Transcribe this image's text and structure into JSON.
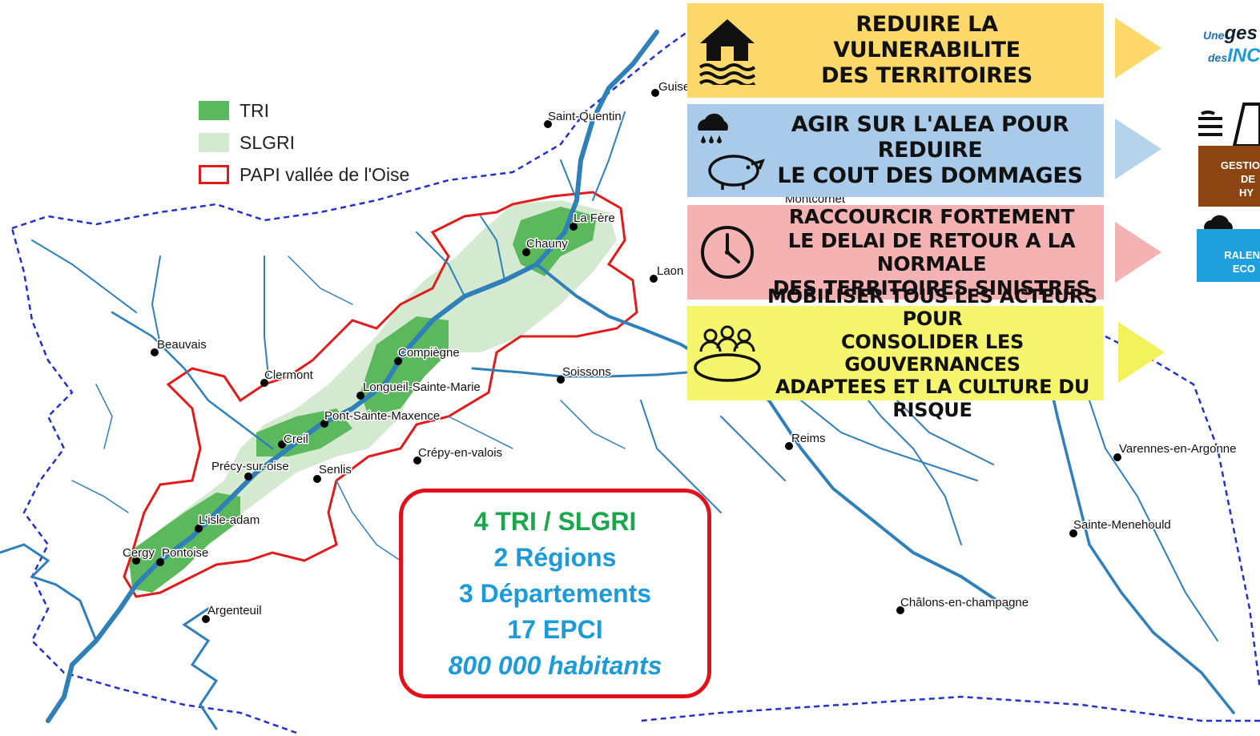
{
  "legend": [
    {
      "label": "TRI",
      "swatch": "#5cb85c"
    },
    {
      "label": "SLGRI",
      "swatch": "#d3ead0"
    },
    {
      "label": "PAPI vallée de l'Oise",
      "swatch": "outline-red"
    }
  ],
  "cities": [
    "Guise",
    "Saint-Quentin",
    "La Fère",
    "Chauny",
    "Laon",
    "Beauvais",
    "Compiègne",
    "Clermont",
    "Soissons",
    "Longueil-Sainte-Marie",
    "Pont-Sainte-Maxence",
    "Creil",
    "Crépy-en-valois",
    "Précy-sur-oise",
    "Senlis",
    "L'isle-adam",
    "Cergy",
    "Pontoise",
    "Argenteuil",
    "Reims",
    "Varennes-en-Argonne",
    "Sainte-Menehould",
    "Châlons-en-champagne",
    "Montcornet"
  ],
  "banners": [
    {
      "lines": [
        "REDUIRE LA VULNERABILITE",
        "DES TERRITOIRES"
      ],
      "icon": "house-flood-icon",
      "color": "#fdd86b",
      "arrow": "#fdd86b"
    },
    {
      "lines": [
        "AGIR SUR L'ALEA POUR REDUIRE",
        "LE COUT DES DOMMAGES"
      ],
      "icon": "rain-piggybank-icon",
      "color": "#a9cbe9",
      "arrow": "#b6d3ec"
    },
    {
      "lines": [
        "RACCOURCIR FORTEMENT",
        "LE DELAI DE RETOUR A LA NORMALE",
        "DES TERRITOIRES SINISTRES"
      ],
      "icon": "clock-icon",
      "color": "#f4b2b3",
      "arrow": "#f4b2b3"
    },
    {
      "lines": [
        "MOBILISER TOUS LES ACTEURS POUR",
        "CONSOLIDER LES GOUVERNANCES",
        "ADAPTEES ET LA CULTURE DU RISQUE"
      ],
      "icon": "people-table-icon",
      "color": "#f5f56e",
      "arrow": "#f2f25c"
    }
  ],
  "stats": [
    {
      "text": "4 TRI / SLGRI",
      "color": "#1aa64a"
    },
    {
      "text": "2 Régions",
      "color": "#1c9bd6"
    },
    {
      "text": "3 Départements",
      "color": "#1c9bd6"
    },
    {
      "text": "17 EPCI",
      "color": "#1c9bd6"
    },
    {
      "text": "800 000 habitants",
      "color": "#1c9bd6"
    }
  ],
  "side": {
    "tagline_small_1": "Une",
    "tagline_big_1": "ges",
    "tagline_small_2": "des",
    "tagline_big_2": "INC",
    "card1_lines": [
      "GESTIO",
      "DE",
      "HY"
    ],
    "card1_color": "#8b4513",
    "card2_lines": [
      "RALEN",
      "ECO"
    ],
    "card2_color": "#1fa0dd"
  },
  "colors": {
    "river": "#2f7fb8",
    "basin_border": "#2431c9",
    "papi": "#e01b1b",
    "tri": "#5cb85c",
    "slgri": "#d3ead0"
  }
}
